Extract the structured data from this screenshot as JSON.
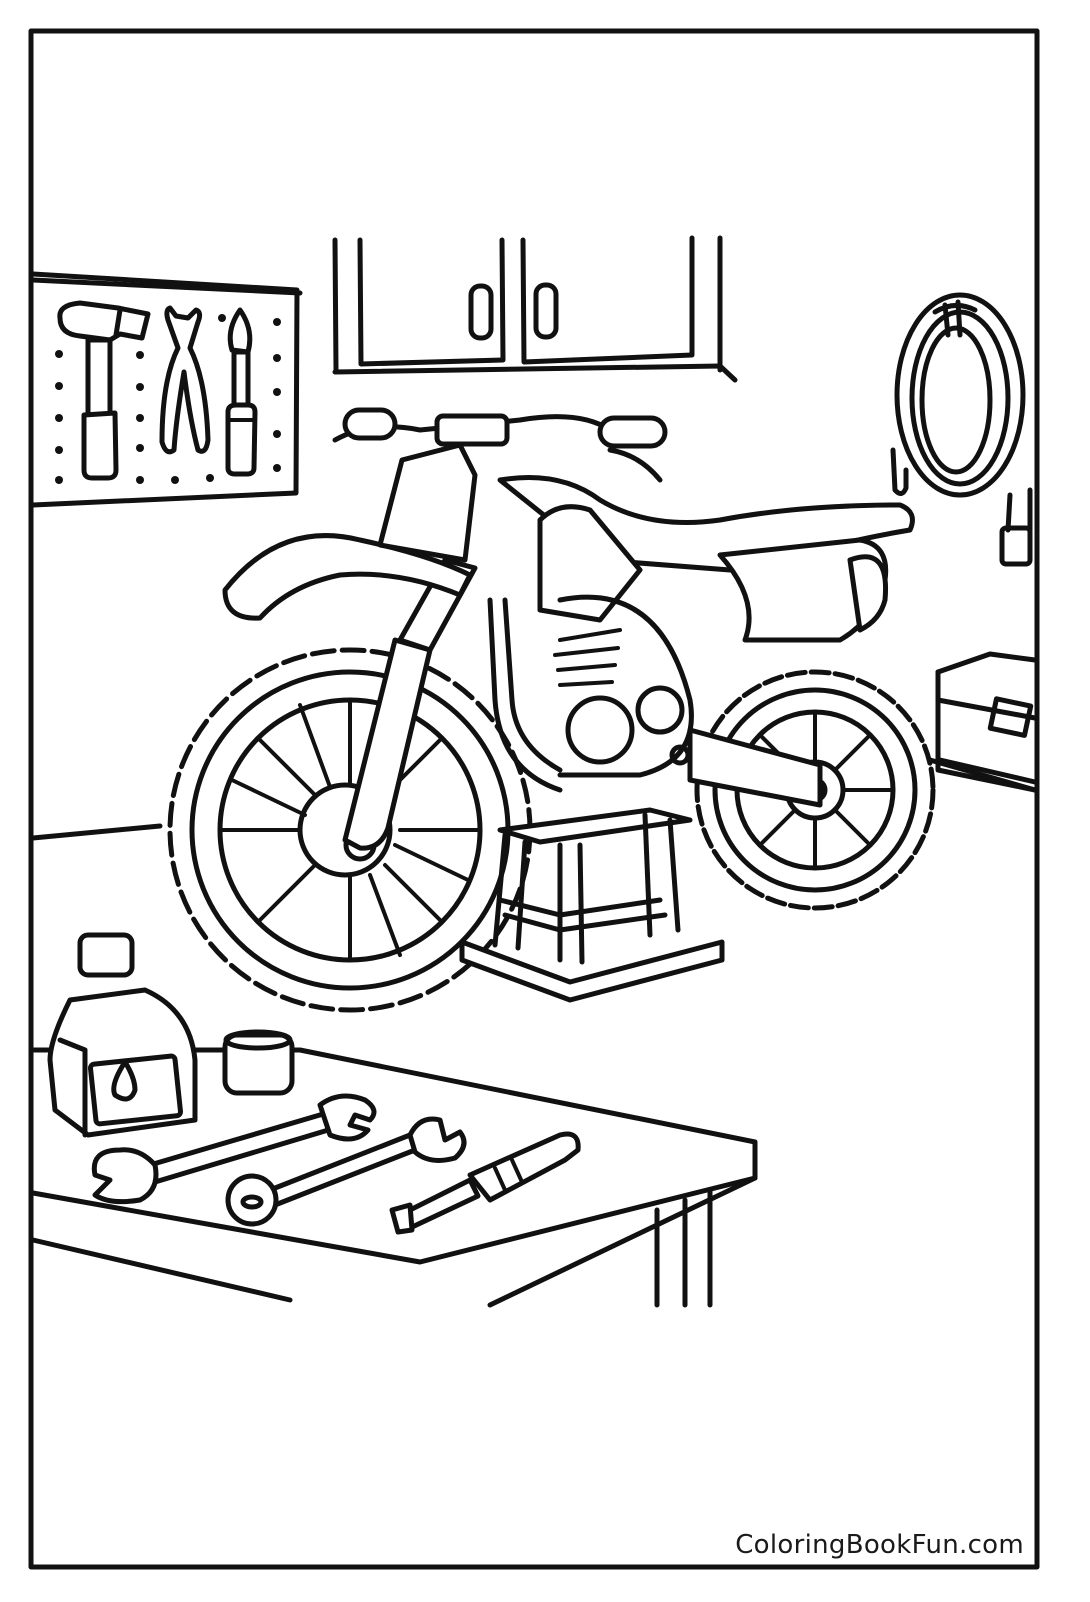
{
  "page": {
    "type": "coloring-page",
    "subject": "dirt bike on a stand in a garage workshop",
    "border_color": "#111111",
    "background_color": "#ffffff",
    "line_color": "#111111"
  },
  "watermark": {
    "text": "ColoringBookFun.com"
  },
  "scene": {
    "wall_items": [
      "pegboard-with-hammer-pliers-screwdriver",
      "wall-cabinet-two-doors",
      "coiled-hose"
    ],
    "center": [
      "dirt-bike",
      "bike-stand-stool"
    ],
    "right": [
      "toolbox"
    ],
    "workbench_items": [
      "oil-bottle",
      "grease-jar",
      "wrench-large",
      "wrench-small",
      "screwdriver"
    ]
  }
}
